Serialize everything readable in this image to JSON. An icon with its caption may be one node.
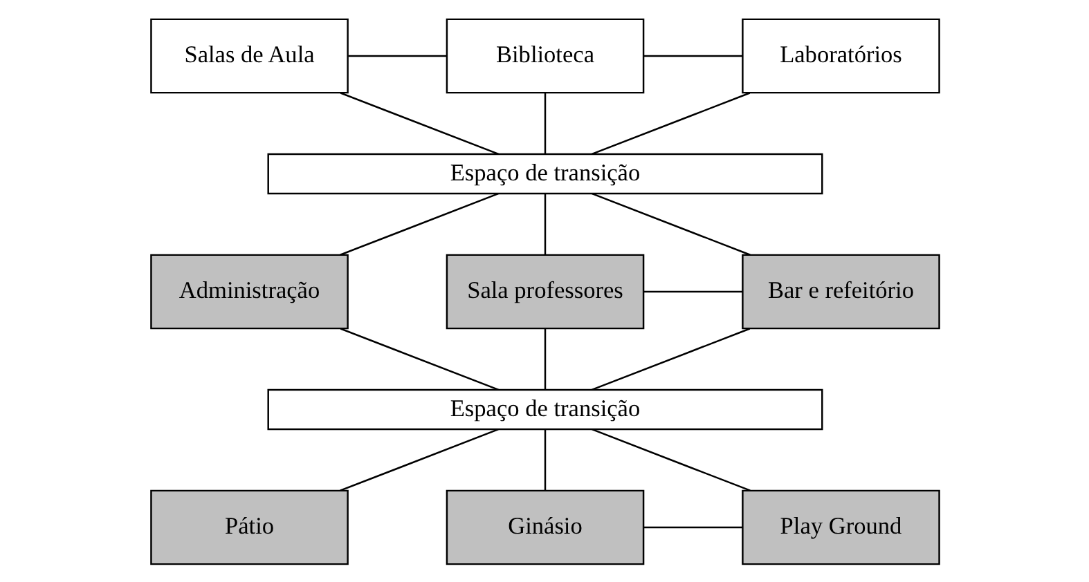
{
  "diagram": {
    "nodes": [
      {
        "text": [
          "Salas de Aula"
        ]
      },
      {
        "text": [
          "Biblioteca"
        ]
      },
      {
        "text": [
          "Laboratórios"
        ]
      },
      {
        "text": [
          "Espaço de transição"
        ]
      },
      {
        "text": [
          "Administração"
        ]
      },
      {
        "text": [
          "Sala professores"
        ]
      },
      {
        "text": [
          "Bar e refeitório"
        ]
      },
      {
        "text": [
          "Espaço de transição"
        ]
      },
      {
        "text": [
          "Pátio"
        ]
      },
      {
        "text": [
          "Ginásio"
        ]
      },
      {
        "text": [
          "Play Ground"
        ]
      }
    ],
    "edges": [
      {
        "from": 0,
        "to": 1,
        "arrow": "none"
      },
      {
        "from": 1,
        "to": 2,
        "arrow": "none"
      },
      {
        "from": 0,
        "to": 3,
        "arrow": "none"
      },
      {
        "from": 1,
        "to": 3,
        "arrow": "none"
      },
      {
        "from": 2,
        "to": 3,
        "arrow": "none"
      },
      {
        "from": 3,
        "to": 4,
        "arrow": "none"
      },
      {
        "from": 4,
        "to": 7,
        "arrow": "none"
      },
      {
        "from": 3,
        "to": 5,
        "arrow": "none"
      },
      {
        "from": 5,
        "to": 7,
        "arrow": "none"
      },
      {
        "from": 5,
        "to": 6,
        "arrow": "none"
      },
      {
        "from": 3,
        "to": 6,
        "arrow": "none"
      },
      {
        "from": 6,
        "to": 7,
        "arrow": "none"
      },
      {
        "from": 7,
        "to": 8,
        "arrow": "none"
      },
      {
        "from": 7,
        "to": 9,
        "arrow": "none"
      },
      {
        "from": 9,
        "to": 10,
        "arrow": "none"
      },
      {
        "from": 7,
        "to": 10,
        "arrow": "none"
      }
    ]
  }
}
